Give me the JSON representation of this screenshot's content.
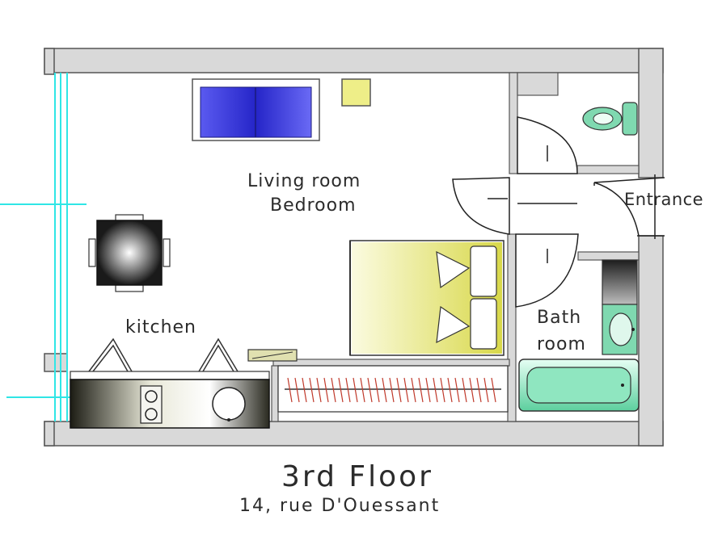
{
  "plan": {
    "rooms": {
      "living": {
        "line1": "Living  room",
        "line2": "Bedroom"
      },
      "kitchen": "kitchen",
      "bath": {
        "line1": "Bath",
        "line2": "room"
      },
      "entrance": "Entrance"
    },
    "footer": {
      "title": "3rd Floor",
      "address": "14, rue D'Ouessant"
    },
    "colors": {
      "wall_fill": "#d9d9d9",
      "wall_stroke": "#555555",
      "window": "#2fe6e6",
      "sofa": "#3a3adf",
      "bed": "#e8e860",
      "toilet_bath": "#7fd9b0",
      "counter": "#2a2a20"
    }
  }
}
